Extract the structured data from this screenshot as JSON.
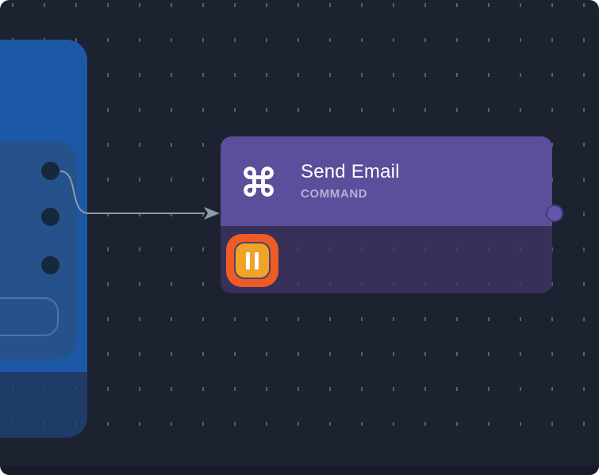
{
  "canvas": {
    "kind": "workflow-editor-canvas",
    "grid": "dotted"
  },
  "colors": {
    "bg": "#1c2230",
    "grid-dash": "#5a5f68",
    "node-blue": "#1d58a6",
    "node-blue-panel": "#26528b",
    "node-blue-footer": "rgba(32,66,117,0.8)",
    "port-navy": "#16283e",
    "outline-stroke": "#4a76a3",
    "purple-header": "#5b4e9b",
    "purple-body": "rgba(63,53,99,0.8)",
    "purple-port": "#6356a8",
    "purple-port-rim": "#453c7c",
    "pause-ring": "#ee5b24",
    "pause-fill": "#f0a325",
    "pause-rim": "#4a4374",
    "edge": "#8e9aa8",
    "title-text": "#ffffff",
    "type-text": "#b9b0d6",
    "bottom-band": "#161c29"
  },
  "left_node": {
    "port_count": 3
  },
  "send_email_node": {
    "title": "Send Email",
    "type_label": "COMMAND",
    "icon": "command-icon",
    "status_icon": "pause-icon"
  },
  "edge": {
    "style": "arrow"
  }
}
